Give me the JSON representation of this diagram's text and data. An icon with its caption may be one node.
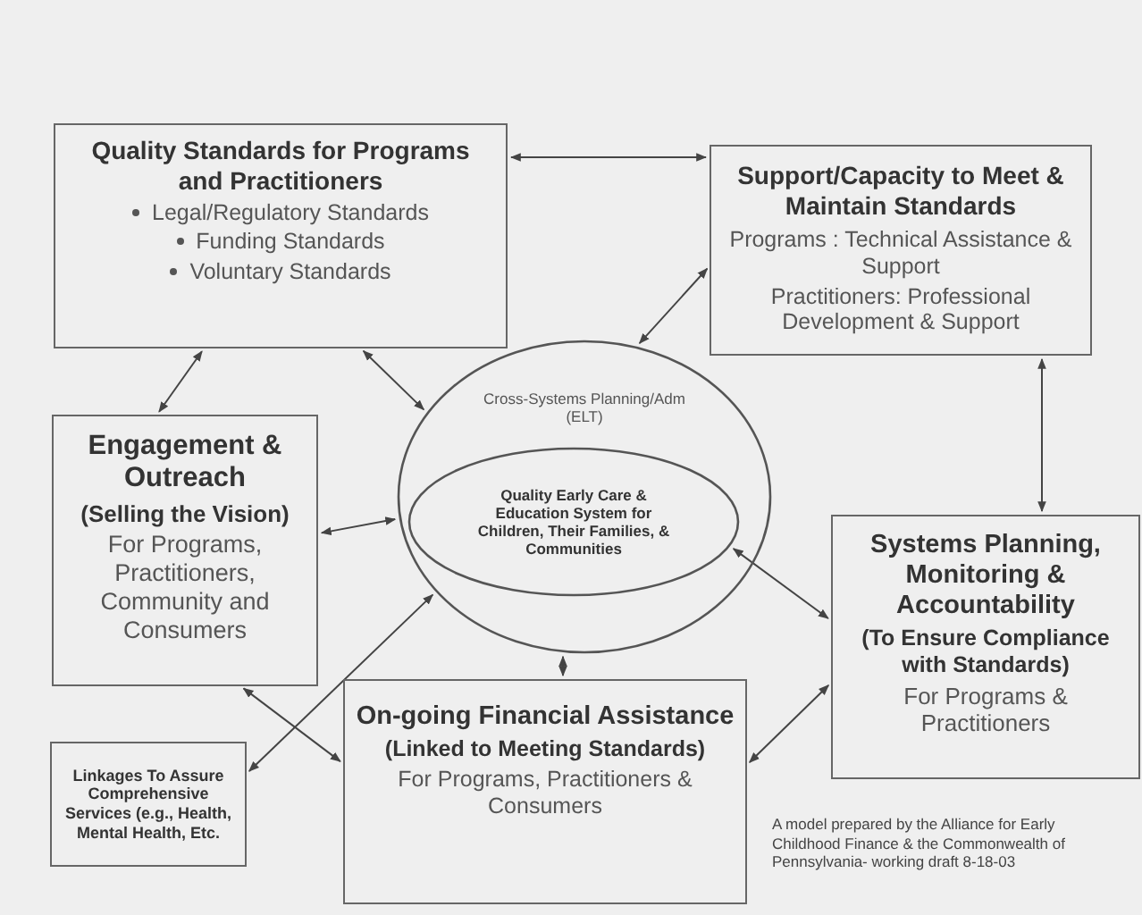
{
  "diagram": {
    "nodes": [
      {
        "text": [
          "Quality Standards for Programs and Practitioners",
          "Legal/Regulatory Standards",
          "Funding Standards",
          "Voluntary Standards"
        ]
      },
      {
        "text": [
          "Support/Capacity to Meet & Maintain Standards",
          "Programs : Technical Assistance & Support",
          "Practitioners: Professional Development & Support"
        ]
      },
      {
        "text": [
          "Cross-Systems Planning/Adm (ELT)"
        ]
      },
      {
        "text": [
          "Quality Early Care & Education System for Children, Their Families, & Communities"
        ],
        "in": 2
      },
      {
        "text": [
          "Engagement & Outreach",
          "(Selling the Vision)",
          "For Programs, Practitioners, Community and Consumers"
        ]
      },
      {
        "text": [
          "Systems Planning, Monitoring & Accountability",
          "(To Ensure Compliance with Standards)",
          "For Programs & Practitioners"
        ]
      },
      {
        "text": [
          "On-going Financial Assistance",
          "(Linked to Meeting Standards)",
          "For Programs, Practitioners & Consumers"
        ]
      },
      {
        "text": [
          "Linkages To Assure Comprehensive Services (e.g., Health, Mental Health, Etc."
        ]
      }
    ],
    "edges": [
      {
        "from": 0,
        "to": 1,
        "arrow": "both"
      },
      {
        "from": 0,
        "to": 4,
        "arrow": "both"
      },
      {
        "from": 0,
        "to": 2,
        "arrow": "both"
      },
      {
        "from": 1,
        "to": 2,
        "arrow": "both"
      },
      {
        "from": 1,
        "to": 5,
        "arrow": "both"
      },
      {
        "from": 4,
        "to": 2,
        "arrow": "both"
      },
      {
        "from": 2,
        "to": 6,
        "arrow": "both"
      },
      {
        "from": 3,
        "to": 5,
        "arrow": "both"
      },
      {
        "from": 6,
        "to": 5,
        "arrow": "both"
      },
      {
        "from": 4,
        "to": 6,
        "arrow": "both"
      },
      {
        "from": 7,
        "to": 2,
        "arrow": "both"
      }
    ],
    "labels": [
      "A model prepared by the Alliance for Early Childhood Finance & the Commonwealth of Pennsylvania- working draft 8-18-03"
    ]
  }
}
